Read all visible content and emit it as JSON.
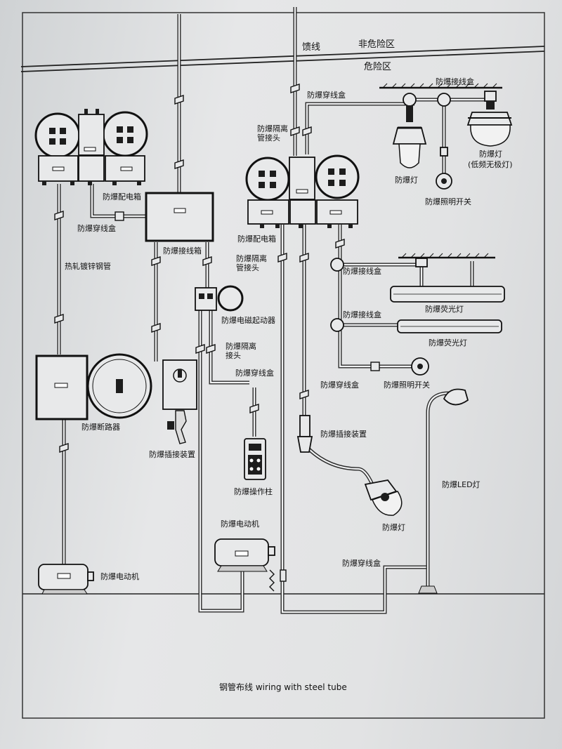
{
  "zones": {
    "feeder": "馈线",
    "non_hazardous": "非危险区",
    "hazardous": "危险区"
  },
  "labels": {
    "box_wiring_1": "防爆穿线盒",
    "distribution_box_1": "防爆配电箱",
    "galvanized_pipe": "热轧镀锌钢管",
    "junction_box_main": "防爆接线箱",
    "breaker": "防爆断路器",
    "plug_device_1": "防爆插接装置",
    "motor_1": "防爆电动机",
    "isolation_seal_1": "防爆隔离\n管接头",
    "magnetic_starter": "防爆电磁起动器",
    "isolation_seal_2": "防爆隔离\n接头",
    "box_wiring_2": "防爆穿线盒",
    "control_station": "防爆操作柱",
    "motor_2": "防爆电动机",
    "box_wiring_top": "防爆穿线盒",
    "isolation_seal_top": "防爆隔离\n管接头",
    "distribution_box_2": "防爆配电箱",
    "isolation_seal_3": "防爆隔离\n管接头",
    "junction_top_right": "防爆接线盒",
    "lamp_1": "防爆灯",
    "lamp_low_freq": "防爆灯",
    "lamp_low_freq_sub": "(低频无极灯)",
    "lighting_switch_1": "防爆照明开关",
    "junction_2": "防爆接线盒",
    "fluorescent_1": "防爆荧光灯",
    "junction_3": "防爆接线盒",
    "fluorescent_2": "防爆荧光灯",
    "box_wiring_3": "防爆穿线盒",
    "lighting_switch_2": "防爆照明开关",
    "plug_device_2": "防爆插接装置",
    "led_lamp": "防爆LED灯",
    "lamp_2": "防爆灯",
    "box_wiring_bottom": "防爆穿线盒"
  },
  "caption": "钢管布线 wiring with steel tube"
}
